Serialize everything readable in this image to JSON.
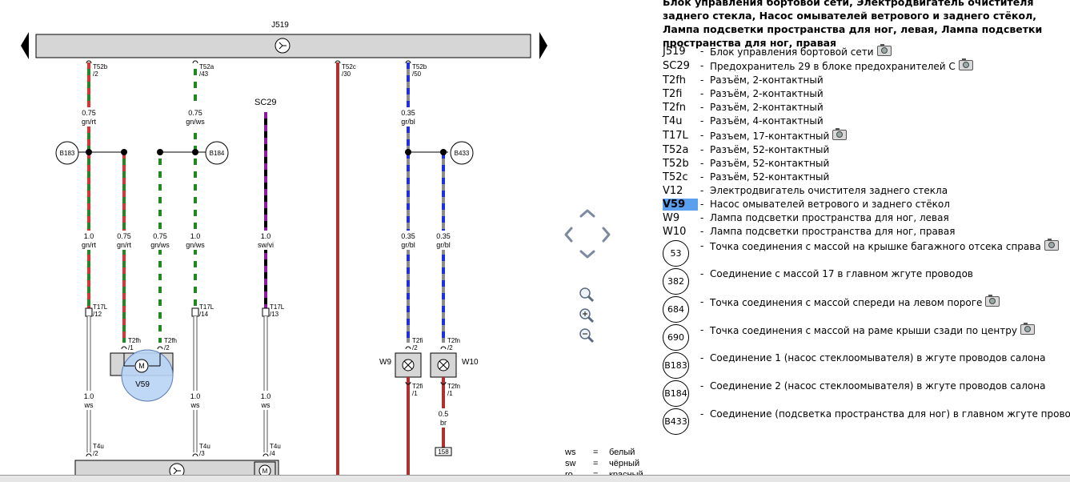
{
  "diagram": {
    "unit_j519": "J519",
    "unit_v59": "V59",
    "lamp_w9": "W9",
    "lamp_w10": "W10",
    "fuse_sc29": "SC29",
    "wires": {
      "w1": {
        "top_pin": "T52b",
        "top_no": "/2",
        "size": "0.75",
        "color": "gn/rt"
      },
      "w2": {
        "top_pin": "T52a",
        "top_no": "/43",
        "size": "0.75",
        "color": "gn/ws"
      },
      "w3": {
        "top_pin": "T52c",
        "top_no": "/30"
      },
      "w4": {
        "top_pin": "T52b",
        "top_no": "/50",
        "size": "0.35",
        "color": "gr/bl"
      }
    },
    "mid_labels": [
      {
        "size": "1.0",
        "color": "gn/rt"
      },
      {
        "size": "0.75",
        "color": "gn/rt"
      },
      {
        "size": "0.75",
        "color": "gn/ws"
      },
      {
        "size": "1.0",
        "color": "gn/ws"
      },
      {
        "size": "1.0",
        "color": "sw/vi"
      },
      {
        "size": "0.35",
        "color": "gr/bl"
      },
      {
        "size": "0.35",
        "color": "gr/bl"
      }
    ],
    "connectors": {
      "t17l_a": {
        "name": "T17L",
        "no": "/12"
      },
      "t17l_b": {
        "name": "T17L",
        "no": "/14"
      },
      "t17l_c": {
        "name": "T17L",
        "no": "/13"
      },
      "t2fh_1": {
        "name": "T2fh",
        "no": "/1"
      },
      "t2fh_2": {
        "name": "T2fh",
        "no": "/2"
      },
      "t2fi_2": {
        "name": "T2fi",
        "no": "/2"
      },
      "t2fn_2": {
        "name": "T2fn",
        "no": "/2"
      },
      "t2fi_1": {
        "name": "T2fi",
        "no": "/1"
      },
      "t2fn_1": {
        "name": "T2fn",
        "no": "/1"
      },
      "t4u_2": {
        "name": "T4u",
        "no": "/2"
      },
      "t4u_3": {
        "name": "T4u",
        "no": "/3"
      },
      "t4u_4": {
        "name": "T4u",
        "no": "/4"
      }
    },
    "lower_labels": [
      {
        "size": "1.0",
        "color": "ws"
      },
      {
        "size": "1.0",
        "color": "ws"
      },
      {
        "size": "1.0",
        "color": "ws"
      }
    ],
    "br_wire": {
      "size": "0.5",
      "color": "br"
    },
    "junctions": [
      "B183",
      "B184",
      "B433"
    ],
    "motor_symbol": "M",
    "ground_ref": "158"
  },
  "legend": {
    "title": "Блок управления бортовой сети, Электродвигатель очистителя заднего стекла, Насос омывателей ветрового и заднего стёкол, Лампа подсветки пространства для ног, левая, Лампа подсветки пространства для ног, правая",
    "items": [
      {
        "code": "J519",
        "desc": "Блок управления бортовой сети",
        "camera": true
      },
      {
        "code": "SC29",
        "desc": "Предохранитель 29 в блоке предохранителей С",
        "camera": true
      },
      {
        "code": "T2fh",
        "desc": "Разъём, 2-контактный",
        "camera": false
      },
      {
        "code": "T2fi",
        "desc": "Разъём, 2-контактный",
        "camera": false
      },
      {
        "code": "T2fn",
        "desc": "Разъём, 2-контактный",
        "camera": false
      },
      {
        "code": "T4u",
        "desc": "Разъём, 4-контактный",
        "camera": false
      },
      {
        "code": "T17L",
        "desc": "Разъем, 17-контактный",
        "camera": true
      },
      {
        "code": "T52a",
        "desc": "Разъём, 52-контактный",
        "camera": false
      },
      {
        "code": "T52b",
        "desc": "Разъём, 52-контактный",
        "camera": false
      },
      {
        "code": "T52c",
        "desc": "Разъём, 52-контактный",
        "camera": false
      },
      {
        "code": "V12",
        "desc": "Электродвигатель очистителя заднего стекла",
        "camera": false
      },
      {
        "code": "V59",
        "desc": "Насос омывателей ветрового и заднего стёкол",
        "camera": false,
        "selected": true
      },
      {
        "code": "W9",
        "desc": "Лампа подсветки пространства для ног, левая",
        "camera": false
      },
      {
        "code": "W10",
        "desc": "Лампа подсветки пространства для ног, правая",
        "camera": false
      }
    ],
    "points": [
      {
        "code": "53",
        "desc": "Точка соединения с массой на крышке багажного отсека справа",
        "camera": true
      },
      {
        "code": "382",
        "desc": "Соединение с массой 17 в главном жгуте проводов",
        "camera": false
      },
      {
        "code": "684",
        "desc": "Точка соединения с массой спереди на левом пороге",
        "camera": true
      },
      {
        "code": "690",
        "desc": "Точка соединения с массой на раме крыши сзади по центру",
        "camera": true
      },
      {
        "code": "B183",
        "desc": "Соединение 1 (насос стеклоомывателя) в жгуте проводов салона",
        "camera": false
      },
      {
        "code": "B184",
        "desc": "Соединение 2 (насос стеклоомывателя) в жгуте проводов салона",
        "camera": false
      },
      {
        "code": "B433",
        "desc": "Соединение (подсветка пространства для ног) в главном жгуте проводов",
        "camera": false
      }
    ],
    "dash": "-"
  },
  "color_key": [
    {
      "code": "ws",
      "eq": "=",
      "name": "белый"
    },
    {
      "code": "sw",
      "eq": "=",
      "name": "чёрный"
    },
    {
      "code": "ro",
      "eq": "=",
      "name": "красный"
    }
  ],
  "colors": {
    "green": "#1f8a1f",
    "red": "#e03030",
    "white": "#ffffff",
    "blue": "#2030e0",
    "grey": "#8c8c8c",
    "black": "#000000",
    "violet": "#8a1a9a",
    "dark_red": "#b03030",
    "highlight": "#5aa0ee",
    "v59_fill": "#b8d4f5"
  }
}
